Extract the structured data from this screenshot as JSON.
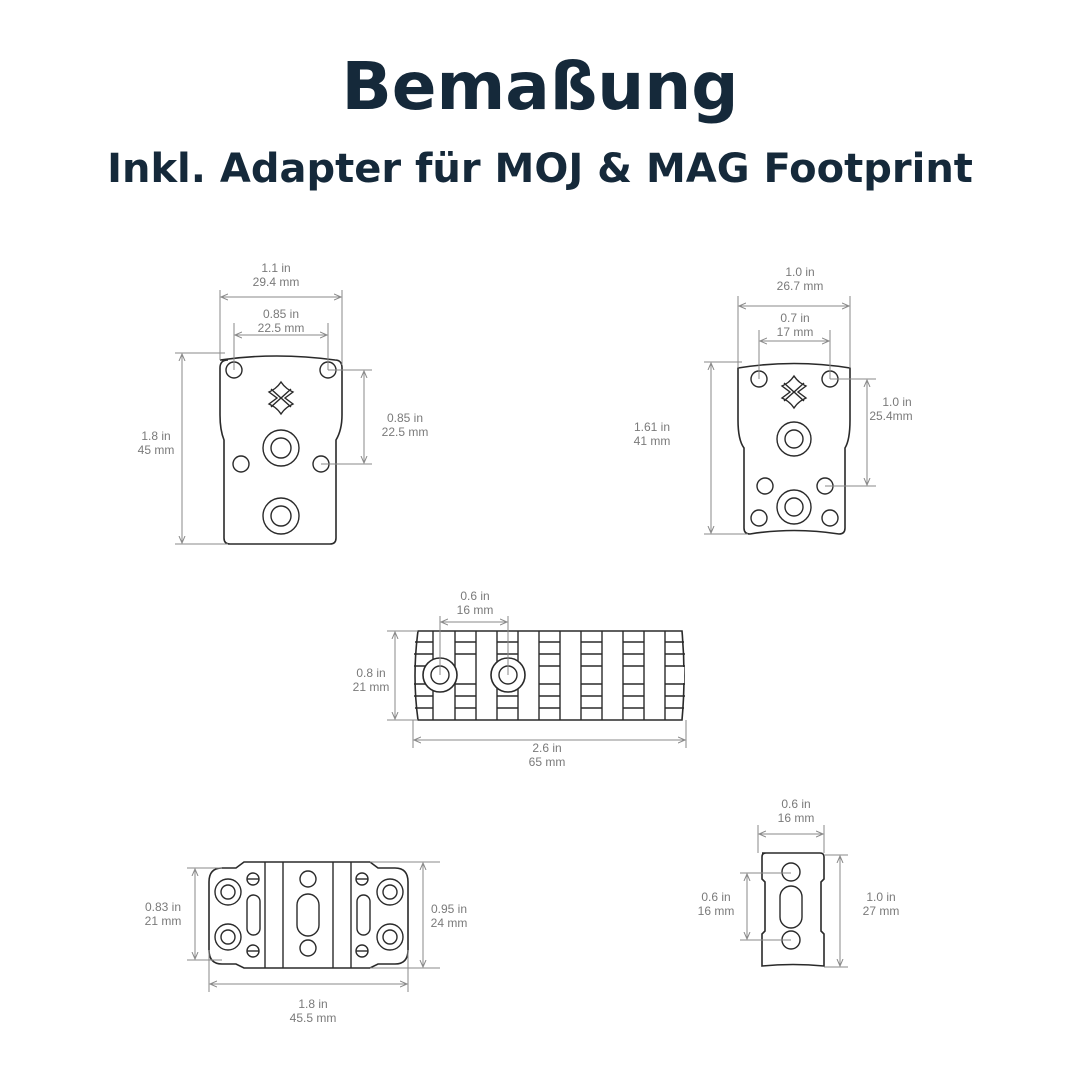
{
  "header": {
    "title": "Bemaßung",
    "subtitle": "Inkl. Adapter für MOJ & MAG Footprint"
  },
  "parts": [
    {
      "name": "adapter-plate-large",
      "dims": {
        "overall_width": {
          "in": "1.1 in",
          "mm": "29.4 mm"
        },
        "hole_spacing": {
          "in": "0.85 in",
          "mm": "22.5 mm"
        },
        "height": {
          "in": "1.8 in",
          "mm": "45 mm"
        },
        "vertical_hole_spacing": {
          "in": "0.85 in",
          "mm": "22.5 mm"
        }
      }
    },
    {
      "name": "adapter-plate-small",
      "dims": {
        "overall_width": {
          "in": "1.0 in",
          "mm": "26.7 mm"
        },
        "hole_spacing": {
          "in": "0.7 in",
          "mm": "17 mm"
        },
        "height": {
          "in": "1.61 in",
          "mm": "41 mm"
        },
        "vertical_hole_spacing": {
          "in": "1.0 in",
          "mm": "25.4mm"
        }
      }
    },
    {
      "name": "picatinny-rail",
      "dims": {
        "hole_spacing": {
          "in": "0.6 in",
          "mm": "16 mm"
        },
        "height": {
          "in": "0.8 in",
          "mm": "21 mm"
        },
        "length": {
          "in": "2.6 in",
          "mm": "65 mm"
        }
      }
    },
    {
      "name": "footprint-adapter-wide",
      "dims": {
        "inner_height": {
          "in": "0.83 in",
          "mm": "21 mm"
        },
        "outer_height": {
          "in": "0.95 in",
          "mm": "24 mm"
        },
        "length": {
          "in": "1.8 in",
          "mm": "45.5 mm"
        }
      }
    },
    {
      "name": "footprint-adapter-narrow",
      "dims": {
        "width": {
          "in": "0.6 in",
          "mm": "16 mm"
        },
        "hole_spacing": {
          "in": "0.6 in",
          "mm": "16 mm"
        },
        "height": {
          "in": "1.0 in",
          "mm": "27 mm"
        }
      }
    }
  ]
}
